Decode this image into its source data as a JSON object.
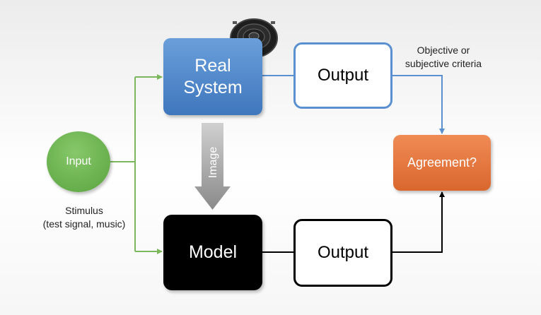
{
  "nodes": {
    "real_system": "Real\nSystem",
    "output_top": "Output",
    "model": "Model",
    "output_bottom": "Output",
    "input": "Input",
    "agreement": "Agreement?"
  },
  "labels": {
    "image_arrow": "Image",
    "criteria": "Objective or\nsubjective criteria",
    "stimulus": "Stimulus\n(test signal, music)"
  },
  "icons": [
    "speaker-icon"
  ],
  "colors": {
    "real_system": "#4a84cc",
    "input": "#6db14f",
    "agreement": "#e47a40",
    "model": "#000000",
    "green_line": "#7cb75e",
    "blue_line": "#5a8fd0"
  }
}
